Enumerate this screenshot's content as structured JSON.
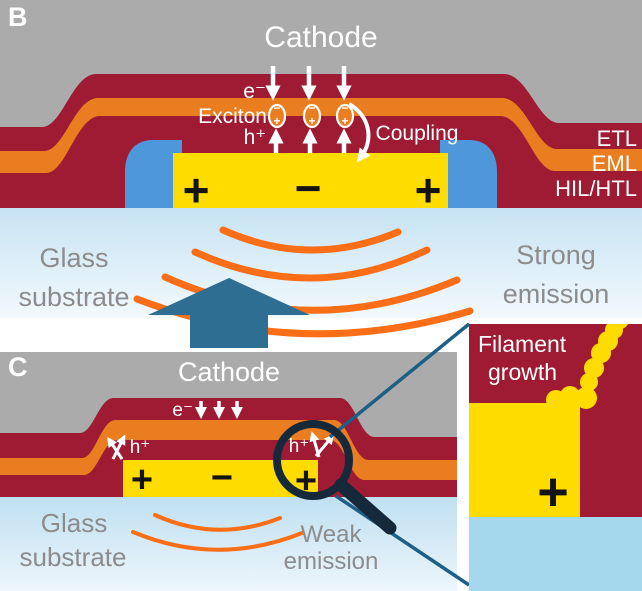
{
  "figure": {
    "description": "OLED device cross-section diagram, panels B and C with filament growth inset"
  },
  "colors": {
    "panel_bg_gray": "#ABABAB",
    "layer_red": "#9E1B33",
    "layer_orange": "#E97D20",
    "anode_yellow": "#FFDC00",
    "bank_blue": "#4E97DB",
    "emission_orange": "#F96E16",
    "arrow_teal": "#2D6E92",
    "connector_teal": "#1D5F85",
    "magnifier_navy": "#16293A",
    "glass_b_top": "#C6E3F3",
    "glass_b_bottom": "#F2F9FD",
    "glass_c_top": "#BFE0F1",
    "glass_c_bottom": "#EDF6FC",
    "inset_glass": "#A6D8ED",
    "text_gray": "#8C8C8C",
    "text_white": "#FFFFFF",
    "symbol_black": "#141414"
  },
  "panel_b": {
    "label": "B",
    "cathode": "Cathode",
    "electron": "e⁻",
    "exciton": "Exciton",
    "exciton_minus": "−",
    "exciton_plus": "+",
    "hole": "h⁺",
    "coupling": "Coupling",
    "electrodes": {
      "left": "+",
      "center": "−",
      "right": "+"
    },
    "layer_labels": {
      "etl": "ETL",
      "eml": "EML",
      "hil": "HIL/HTL"
    },
    "glass_line1": "Glass",
    "glass_line2": "substrate",
    "emission_line1": "Strong",
    "emission_line2": "emission"
  },
  "panel_c": {
    "label": "C",
    "cathode": "Cathode",
    "electron": "e⁻",
    "hole_left": "h⁺",
    "hole_right": "h⁺",
    "electrodes": {
      "left": "+",
      "center": "−",
      "right": "+"
    },
    "glass_line1": "Glass",
    "glass_line2": "substrate",
    "emission_line1": "Weak",
    "emission_line2": "emission"
  },
  "inset": {
    "title_line1": "Filament",
    "title_line2": "growth",
    "plus": "+"
  }
}
